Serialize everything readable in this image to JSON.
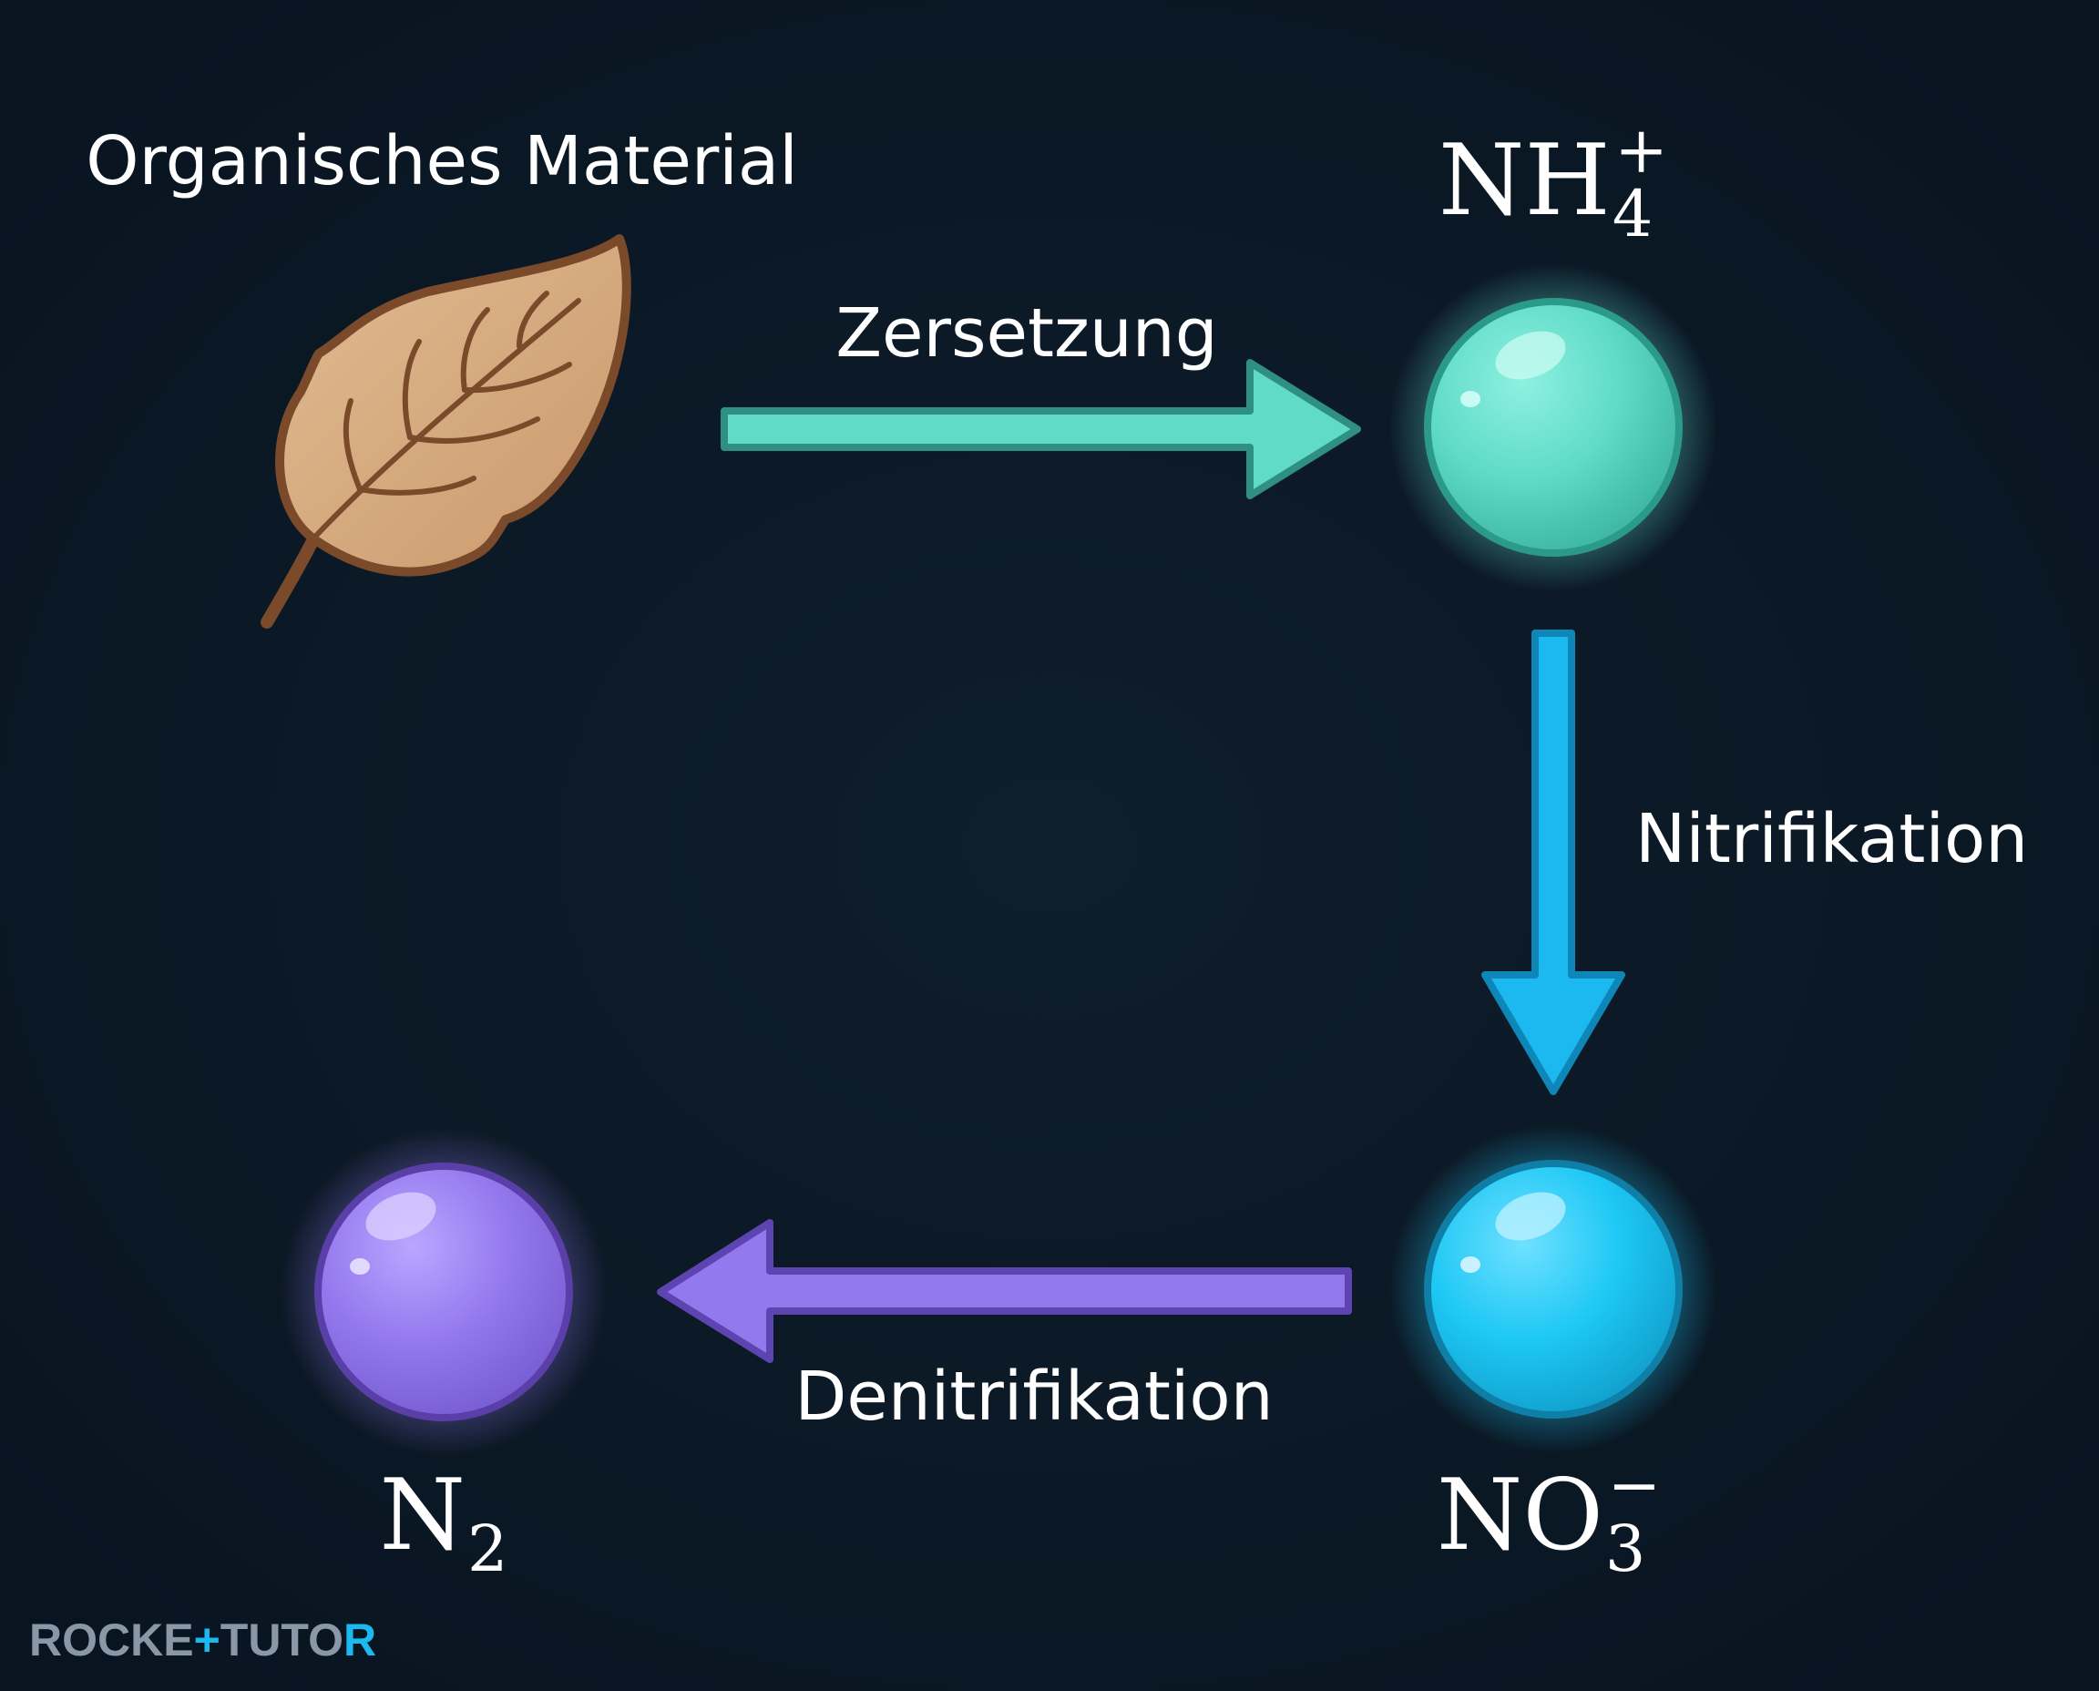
{
  "nodes": {
    "organic": {
      "label": "Organisches Material"
    },
    "ammonium": {
      "base": "NH",
      "sub": "4",
      "sup": "+",
      "color": "#5fdbc8"
    },
    "nitrate": {
      "base": "NO",
      "sub": "3",
      "sup": "−",
      "color": "#1ec8f5"
    },
    "nitrogen": {
      "base": "N",
      "sub": "2",
      "color": "#9478ee"
    }
  },
  "processes": {
    "decomposition": {
      "label": "Zersetzung",
      "color": "#5fdbc8"
    },
    "nitrification": {
      "label": "Nitrifikation",
      "color": "#1cb8f0"
    },
    "denitrification": {
      "label": "Denitrifikation",
      "color": "#9478ee"
    }
  },
  "logo": {
    "part1": "ROCKE",
    "plus": "+",
    "part2": "TUTO",
    "part3": "R",
    "icon": "rocket-tutor-logo"
  },
  "colors": {
    "background": "#0a1622",
    "leaf": "#d2a67c",
    "leaf_outline": "#7a4a2a"
  }
}
